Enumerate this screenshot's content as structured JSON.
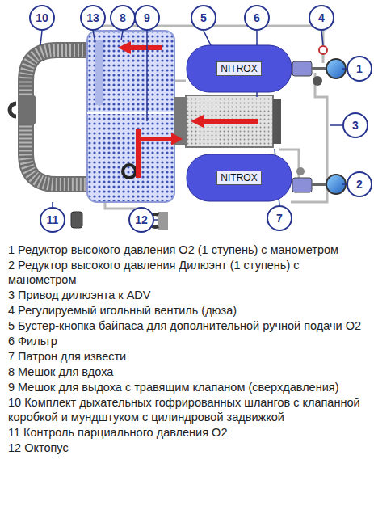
{
  "diagram": {
    "nodes": [
      {
        "text": [
          "NITROX"
        ]
      },
      {
        "text": [
          "NITROX"
        ]
      }
    ],
    "labels": [
      "10",
      "13",
      "8",
      "9",
      "5",
      "6",
      "4",
      "1",
      "3",
      "2",
      "7",
      "11",
      "12",
      "1 Редуктор высокого давления O2 (1 ступень) с манометром",
      "2 Редуктор высокого давления Дилюэнт (1 ступень) с манометром",
      "3 Привод дилюэнта к ADV",
      "4 Регулируемый игольный вентиль (дюза)",
      "5 Бустер-кнопка байпаса для дополнительной ручной подачи O2",
      "6 Фильтр",
      "7 Патрон для извести",
      "8 Мешок для вдоха",
      "9 Мешок для выдоха с травящим клапаном (сверхдавления)",
      "10 Комплект дыхательных гофрированных шлангов с клапанной коробкой и мундштуком с цилиндровой задвижкой",
      "11 Контроль парциального давления O2",
      "12 Октопус"
    ]
  }
}
